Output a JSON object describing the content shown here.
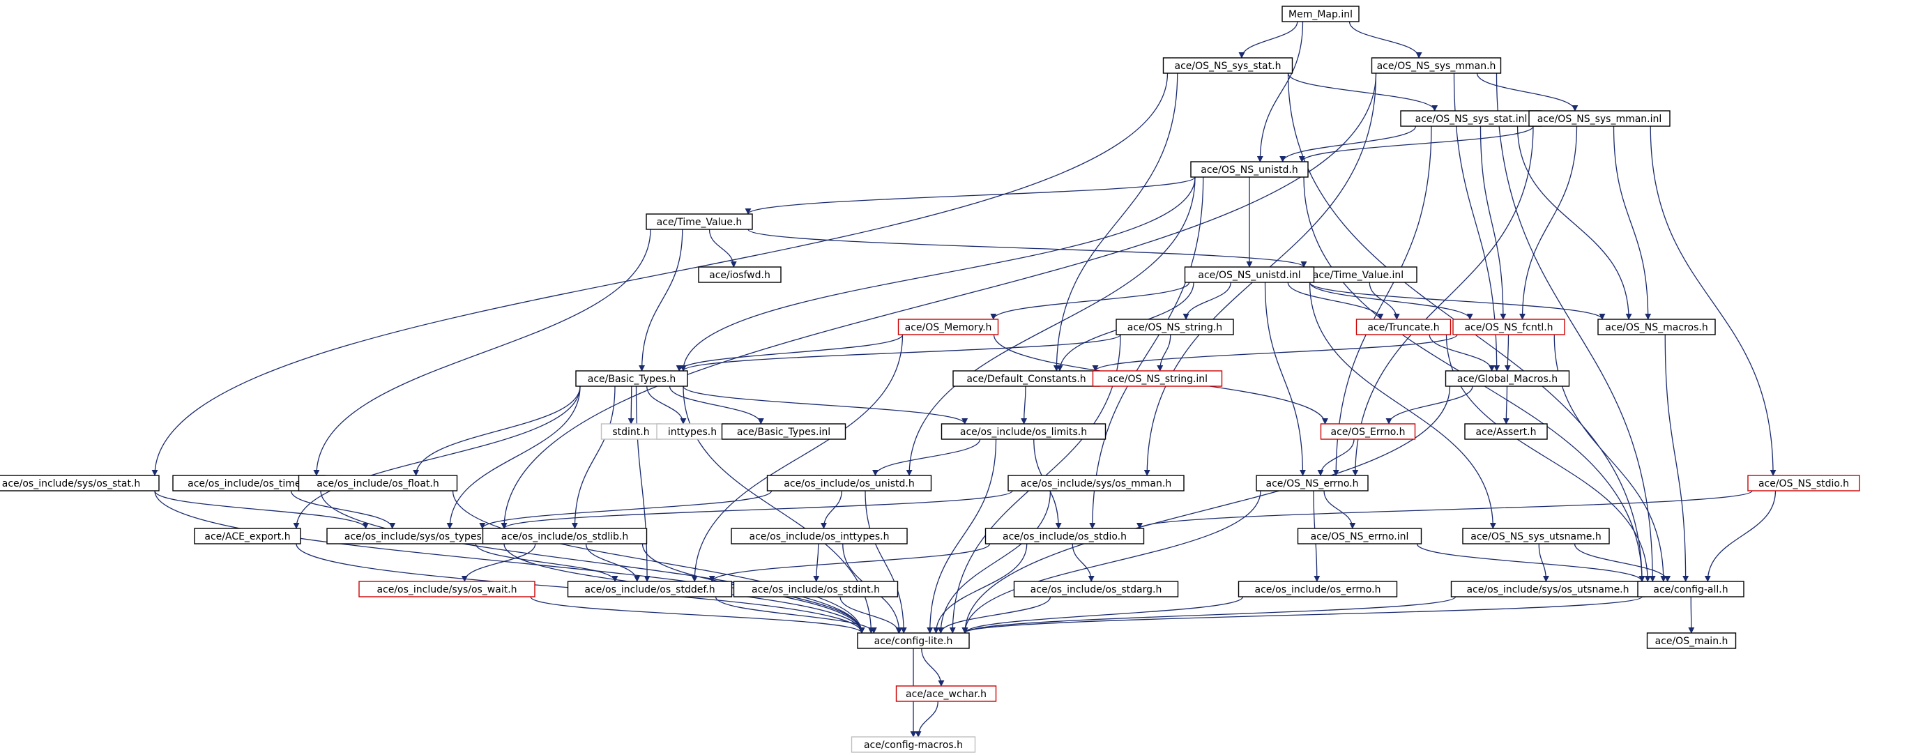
{
  "colors": {
    "edge": "#1a2a6e",
    "node_border": "#000000",
    "node_root_fill": "#bfbfbf",
    "node_external_border": "#cc0000",
    "node_missing_border": "#bfbfbf"
  },
  "nodes": [
    {
      "id": "mem_map_inl",
      "label": "Mem_Map.inl",
      "style": "root"
    },
    {
      "id": "os_ns_sys_stat_h",
      "label": "ace/OS_NS_sys_stat.h",
      "style": "normal"
    },
    {
      "id": "os_ns_sys_mman_h",
      "label": "ace/OS_NS_sys_mman.h",
      "style": "normal"
    },
    {
      "id": "os_ns_sys_stat_inl",
      "label": "ace/OS_NS_sys_stat.inl",
      "style": "normal"
    },
    {
      "id": "os_ns_sys_mman_inl",
      "label": "ace/OS_NS_sys_mman.inl",
      "style": "normal"
    },
    {
      "id": "os_ns_unistd_h",
      "label": "ace/OS_NS_unistd.h",
      "style": "normal"
    },
    {
      "id": "time_value_h",
      "label": "ace/Time_Value.h",
      "style": "normal"
    },
    {
      "id": "iosfwd_h",
      "label": "ace/iosfwd.h",
      "style": "normal"
    },
    {
      "id": "time_value_inl",
      "label": "ace/Time_Value.inl",
      "style": "normal"
    },
    {
      "id": "os_ns_unistd_inl",
      "label": "ace/OS_NS_unistd.inl",
      "style": "normal"
    },
    {
      "id": "os_memory_h",
      "label": "ace/OS_Memory.h",
      "style": "external"
    },
    {
      "id": "os_ns_string_h",
      "label": "ace/OS_NS_string.h",
      "style": "normal"
    },
    {
      "id": "truncate_h",
      "label": "ace/Truncate.h",
      "style": "external"
    },
    {
      "id": "os_ns_fcntl_h",
      "label": "ace/OS_NS_fcntl.h",
      "style": "external"
    },
    {
      "id": "os_ns_macros_h",
      "label": "ace/OS_NS_macros.h",
      "style": "normal"
    },
    {
      "id": "basic_types_h",
      "label": "ace/Basic_Types.h",
      "style": "normal"
    },
    {
      "id": "default_constants_h",
      "label": "ace/Default_Constants.h",
      "style": "normal"
    },
    {
      "id": "os_ns_string_inl",
      "label": "ace/OS_NS_string.inl",
      "style": "external"
    },
    {
      "id": "global_macros_h",
      "label": "ace/Global_Macros.h",
      "style": "normal"
    },
    {
      "id": "stdint_h",
      "label": "stdint.h",
      "style": "missing"
    },
    {
      "id": "inttypes_h",
      "label": "inttypes.h",
      "style": "missing"
    },
    {
      "id": "basic_types_inl",
      "label": "ace/Basic_Types.inl",
      "style": "normal"
    },
    {
      "id": "os_limits_h",
      "label": "ace/os_include/os_limits.h",
      "style": "normal"
    },
    {
      "id": "os_errno_h_ace",
      "label": "ace/OS_Errno.h",
      "style": "external"
    },
    {
      "id": "assert_h",
      "label": "ace/Assert.h",
      "style": "normal"
    },
    {
      "id": "os_sys_os_stat_h",
      "label": "ace/os_include/sys/os_stat.h",
      "style": "normal"
    },
    {
      "id": "os_time_h",
      "label": "ace/os_include/os_time.h",
      "style": "normal"
    },
    {
      "id": "os_float_h",
      "label": "ace/os_include/os_float.h",
      "style": "normal"
    },
    {
      "id": "os_unistd_h",
      "label": "ace/os_include/os_unistd.h",
      "style": "normal"
    },
    {
      "id": "os_sys_os_mman_h",
      "label": "ace/os_include/sys/os_mman.h",
      "style": "normal"
    },
    {
      "id": "os_ns_errno_h",
      "label": "ace/OS_NS_errno.h",
      "style": "normal"
    },
    {
      "id": "os_ns_stdio_h",
      "label": "ace/OS_NS_stdio.h",
      "style": "external"
    },
    {
      "id": "ace_export_h",
      "label": "ace/ACE_export.h",
      "style": "normal"
    },
    {
      "id": "os_sys_types_h",
      "label": "ace/os_include/sys/os_types.h",
      "style": "normal"
    },
    {
      "id": "os_stdlib_h",
      "label": "ace/os_include/os_stdlib.h",
      "style": "normal"
    },
    {
      "id": "os_inttypes_h",
      "label": "ace/os_include/os_inttypes.h",
      "style": "normal"
    },
    {
      "id": "os_stdio_h",
      "label": "ace/os_include/os_stdio.h",
      "style": "normal"
    },
    {
      "id": "os_ns_errno_inl",
      "label": "ace/OS_NS_errno.inl",
      "style": "normal"
    },
    {
      "id": "os_ns_sys_utsname_h",
      "label": "ace/OS_NS_sys_utsname.h",
      "style": "normal"
    },
    {
      "id": "os_sys_os_wait_h",
      "label": "ace/os_include/sys/os_wait.h",
      "style": "external"
    },
    {
      "id": "os_stddef_h",
      "label": "ace/os_include/os_stddef.h",
      "style": "normal"
    },
    {
      "id": "os_stdint_h",
      "label": "ace/os_include/os_stdint.h",
      "style": "normal"
    },
    {
      "id": "os_stdarg_h",
      "label": "ace/os_include/os_stdarg.h",
      "style": "normal"
    },
    {
      "id": "os_errno_h",
      "label": "ace/os_include/os_errno.h",
      "style": "normal"
    },
    {
      "id": "os_sys_os_utsname_h",
      "label": "ace/os_include/sys/os_utsname.h",
      "style": "normal"
    },
    {
      "id": "config_all_h",
      "label": "ace/config-all.h",
      "style": "normal"
    },
    {
      "id": "config_lite_h",
      "label": "ace/config-lite.h",
      "style": "normal"
    },
    {
      "id": "os_main_h",
      "label": "ace/OS_main.h",
      "style": "normal"
    },
    {
      "id": "ace_wchar_h",
      "label": "ace/ace_wchar.h",
      "style": "external"
    },
    {
      "id": "config_macros_h",
      "label": "ace/config-macros.h",
      "style": "missing"
    }
  ],
  "edges": [
    [
      "mem_map_inl",
      "os_ns_sys_stat_h"
    ],
    [
      "mem_map_inl",
      "os_ns_sys_mman_h"
    ],
    [
      "mem_map_inl",
      "os_ns_unistd_h"
    ],
    [
      "os_ns_sys_stat_h",
      "os_ns_sys_stat_inl"
    ],
    [
      "os_ns_sys_stat_h",
      "os_sys_os_stat_h"
    ],
    [
      "os_ns_sys_stat_h",
      "default_constants_h"
    ],
    [
      "os_ns_sys_stat_h",
      "config_all_h"
    ],
    [
      "os_ns_sys_mman_h",
      "os_ns_sys_mman_inl"
    ],
    [
      "os_ns_sys_mman_h",
      "os_sys_types_h"
    ],
    [
      "os_ns_sys_mman_h",
      "os_sys_os_mman_h"
    ],
    [
      "os_ns_sys_mman_h",
      "global_macros_h"
    ],
    [
      "os_ns_sys_mman_h",
      "config_all_h"
    ],
    [
      "os_ns_sys_stat_inl",
      "os_ns_unistd_h"
    ],
    [
      "os_ns_sys_stat_inl",
      "os_ns_fcntl_h"
    ],
    [
      "os_ns_sys_stat_inl",
      "os_ns_errno_h"
    ],
    [
      "os_ns_sys_stat_inl",
      "os_ns_macros_h"
    ],
    [
      "os_ns_sys_mman_inl",
      "os_ns_unistd_h"
    ],
    [
      "os_ns_sys_mman_inl",
      "os_ns_fcntl_h"
    ],
    [
      "os_ns_sys_mman_inl",
      "os_ns_macros_h"
    ],
    [
      "os_ns_sys_mman_inl",
      "os_ns_errno_h"
    ],
    [
      "os_ns_sys_mman_inl",
      "os_ns_stdio_h"
    ],
    [
      "os_ns_unistd_h",
      "time_value_h"
    ],
    [
      "os_ns_unistd_h",
      "basic_types_h"
    ],
    [
      "os_ns_unistd_h",
      "os_unistd_h"
    ],
    [
      "os_ns_unistd_h",
      "os_stdio_h"
    ],
    [
      "os_ns_unistd_h",
      "os_ns_unistd_inl"
    ],
    [
      "os_ns_unistd_h",
      "config_all_h"
    ],
    [
      "time_value_h",
      "iosfwd_h"
    ],
    [
      "time_value_h",
      "basic_types_h"
    ],
    [
      "time_value_h",
      "os_time_h"
    ],
    [
      "time_value_h",
      "time_value_inl"
    ],
    [
      "time_value_inl",
      "truncate_h"
    ],
    [
      "os_ns_unistd_inl",
      "os_memory_h"
    ],
    [
      "os_ns_unistd_inl",
      "os_ns_string_h"
    ],
    [
      "os_ns_unistd_inl",
      "default_constants_h"
    ],
    [
      "os_ns_unistd_inl",
      "truncate_h"
    ],
    [
      "os_ns_unistd_inl",
      "os_ns_fcntl_h"
    ],
    [
      "os_ns_unistd_inl",
      "os_ns_macros_h"
    ],
    [
      "os_ns_unistd_inl",
      "os_ns_errno_h"
    ],
    [
      "os_ns_unistd_inl",
      "os_ns_sys_utsname_h"
    ],
    [
      "os_memory_h",
      "basic_types_h"
    ],
    [
      "os_memory_h",
      "os_errno_h_ace"
    ],
    [
      "os_memory_h",
      "os_stddef_h"
    ],
    [
      "os_ns_string_h",
      "basic_types_h"
    ],
    [
      "os_ns_string_h",
      "os_ns_string_inl"
    ],
    [
      "os_ns_string_h",
      "config_lite_h"
    ],
    [
      "truncate_h",
      "global_macros_h"
    ],
    [
      "truncate_h",
      "config_all_h"
    ],
    [
      "os_ns_fcntl_h",
      "global_macros_h"
    ],
    [
      "os_ns_fcntl_h",
      "default_constants_h"
    ],
    [
      "os_ns_fcntl_h",
      "config_all_h"
    ],
    [
      "os_ns_macros_h",
      "config_all_h"
    ],
    [
      "basic_types_h",
      "stdint_h"
    ],
    [
      "basic_types_h",
      "inttypes_h"
    ],
    [
      "basic_types_h",
      "basic_types_inl"
    ],
    [
      "basic_types_h",
      "os_limits_h"
    ],
    [
      "basic_types_h",
      "ace_export_h"
    ],
    [
      "basic_types_h",
      "os_float_h"
    ],
    [
      "basic_types_h",
      "os_sys_types_h"
    ],
    [
      "basic_types_h",
      "os_stdlib_h"
    ],
    [
      "basic_types_h",
      "os_stddef_h"
    ],
    [
      "basic_types_h",
      "config_lite_h"
    ],
    [
      "default_constants_h",
      "os_limits_h"
    ],
    [
      "global_macros_h",
      "os_errno_h_ace"
    ],
    [
      "global_macros_h",
      "assert_h"
    ],
    [
      "global_macros_h",
      "config_lite_h"
    ],
    [
      "os_limits_h",
      "os_unistd_h"
    ],
    [
      "os_limits_h",
      "os_stdio_h"
    ],
    [
      "os_limits_h",
      "config_lite_h"
    ],
    [
      "os_errno_h_ace",
      "os_ns_errno_h"
    ],
    [
      "os_sys_os_stat_h",
      "os_sys_types_h"
    ],
    [
      "os_sys_os_stat_h",
      "config_lite_h"
    ],
    [
      "os_time_h",
      "os_sys_types_h"
    ],
    [
      "os_time_h",
      "config_lite_h"
    ],
    [
      "os_float_h",
      "config_lite_h"
    ],
    [
      "os_unistd_h",
      "os_sys_types_h"
    ],
    [
      "os_unistd_h",
      "os_inttypes_h"
    ],
    [
      "os_unistd_h",
      "config_lite_h"
    ],
    [
      "os_sys_os_mman_h",
      "os_sys_types_h"
    ],
    [
      "os_sys_os_mman_h",
      "config_lite_h"
    ],
    [
      "os_ns_errno_h",
      "os_ns_errno_inl"
    ],
    [
      "os_ns_errno_h",
      "os_errno_h"
    ],
    [
      "os_ns_errno_h",
      "config_lite_h"
    ],
    [
      "os_ns_stdio_h",
      "os_stdio_h"
    ],
    [
      "os_ns_stdio_h",
      "config_all_h"
    ],
    [
      "ace_export_h",
      "config_lite_h"
    ],
    [
      "os_sys_types_h",
      "os_stddef_h"
    ],
    [
      "os_sys_types_h",
      "config_lite_h"
    ],
    [
      "os_stdlib_h",
      "os_sys_os_wait_h"
    ],
    [
      "os_stdlib_h",
      "os_stddef_h"
    ],
    [
      "os_stdlib_h",
      "config_lite_h"
    ],
    [
      "os_inttypes_h",
      "os_stdint_h"
    ],
    [
      "os_inttypes_h",
      "config_lite_h"
    ],
    [
      "os_stdio_h",
      "os_stddef_h"
    ],
    [
      "os_stdio_h",
      "os_stdarg_h"
    ],
    [
      "os_stdio_h",
      "config_lite_h"
    ],
    [
      "os_ns_errno_inl",
      "config_all_h"
    ],
    [
      "os_ns_sys_utsname_h",
      "os_sys_os_utsname_h"
    ],
    [
      "os_ns_sys_utsname_h",
      "config_all_h"
    ],
    [
      "os_sys_os_wait_h",
      "config_lite_h"
    ],
    [
      "os_stddef_h",
      "config_lite_h"
    ],
    [
      "os_stdint_h",
      "config_lite_h"
    ],
    [
      "os_stdarg_h",
      "config_lite_h"
    ],
    [
      "os_errno_h",
      "config_lite_h"
    ],
    [
      "os_sys_os_utsname_h",
      "config_lite_h"
    ],
    [
      "config_all_h",
      "config_lite_h"
    ],
    [
      "config_all_h",
      "os_main_h"
    ],
    [
      "config_lite_h",
      "ace_wchar_h"
    ],
    [
      "config_lite_h",
      "config_macros_h"
    ],
    [
      "ace_wchar_h",
      "config_macros_h"
    ]
  ]
}
